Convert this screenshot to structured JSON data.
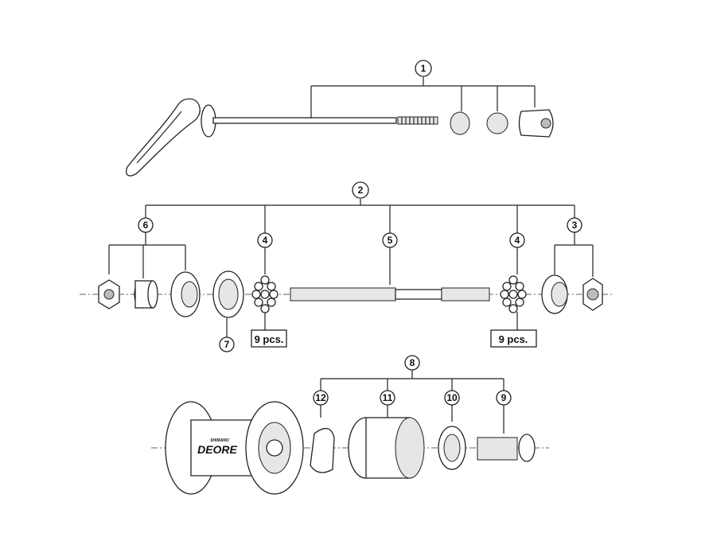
{
  "callouts": [
    "1",
    "2",
    "3",
    "4",
    "5",
    "6",
    "7",
    "8",
    "9",
    "10",
    "11",
    "12"
  ],
  "quantity_labels": {
    "ball_bearings_left": "9 pcs.",
    "ball_bearings_right": "9 pcs."
  },
  "hub_logo": {
    "brand": "SHIMANO",
    "model": "DEORE"
  }
}
